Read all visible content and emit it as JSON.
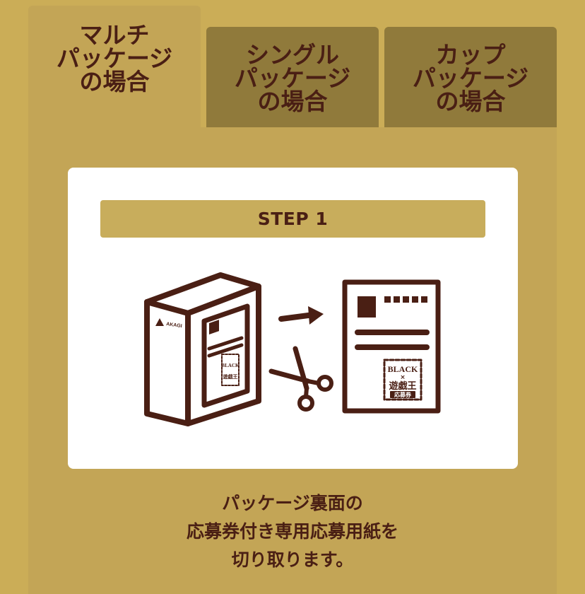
{
  "tabs": [
    {
      "lines": [
        "マルチ",
        "パッケージ",
        "の場合"
      ],
      "active": true
    },
    {
      "lines": [
        "シングル",
        "パッケージ",
        "の場合"
      ],
      "active": false
    },
    {
      "lines": [
        "カップ",
        "パッケージ",
        "の場合"
      ],
      "active": false
    }
  ],
  "step": {
    "label": "STEP 1"
  },
  "illustration": {
    "brand_text": "AKAGI",
    "coupon_line1": "BLACK",
    "coupon_line2": "×",
    "coupon_line3": "遊戯王",
    "coupon_stamp": "応募券"
  },
  "caption": {
    "lines": [
      "パッケージ裏面の",
      "応募券付き専用応募用紙を",
      "切り取ります。"
    ]
  },
  "colors": {
    "background": "#cbad57",
    "panel": "#c3a556",
    "tab_inactive": "#907a3b",
    "text_dark": "#4a1f14",
    "step_bar": "#c8ad5c"
  }
}
